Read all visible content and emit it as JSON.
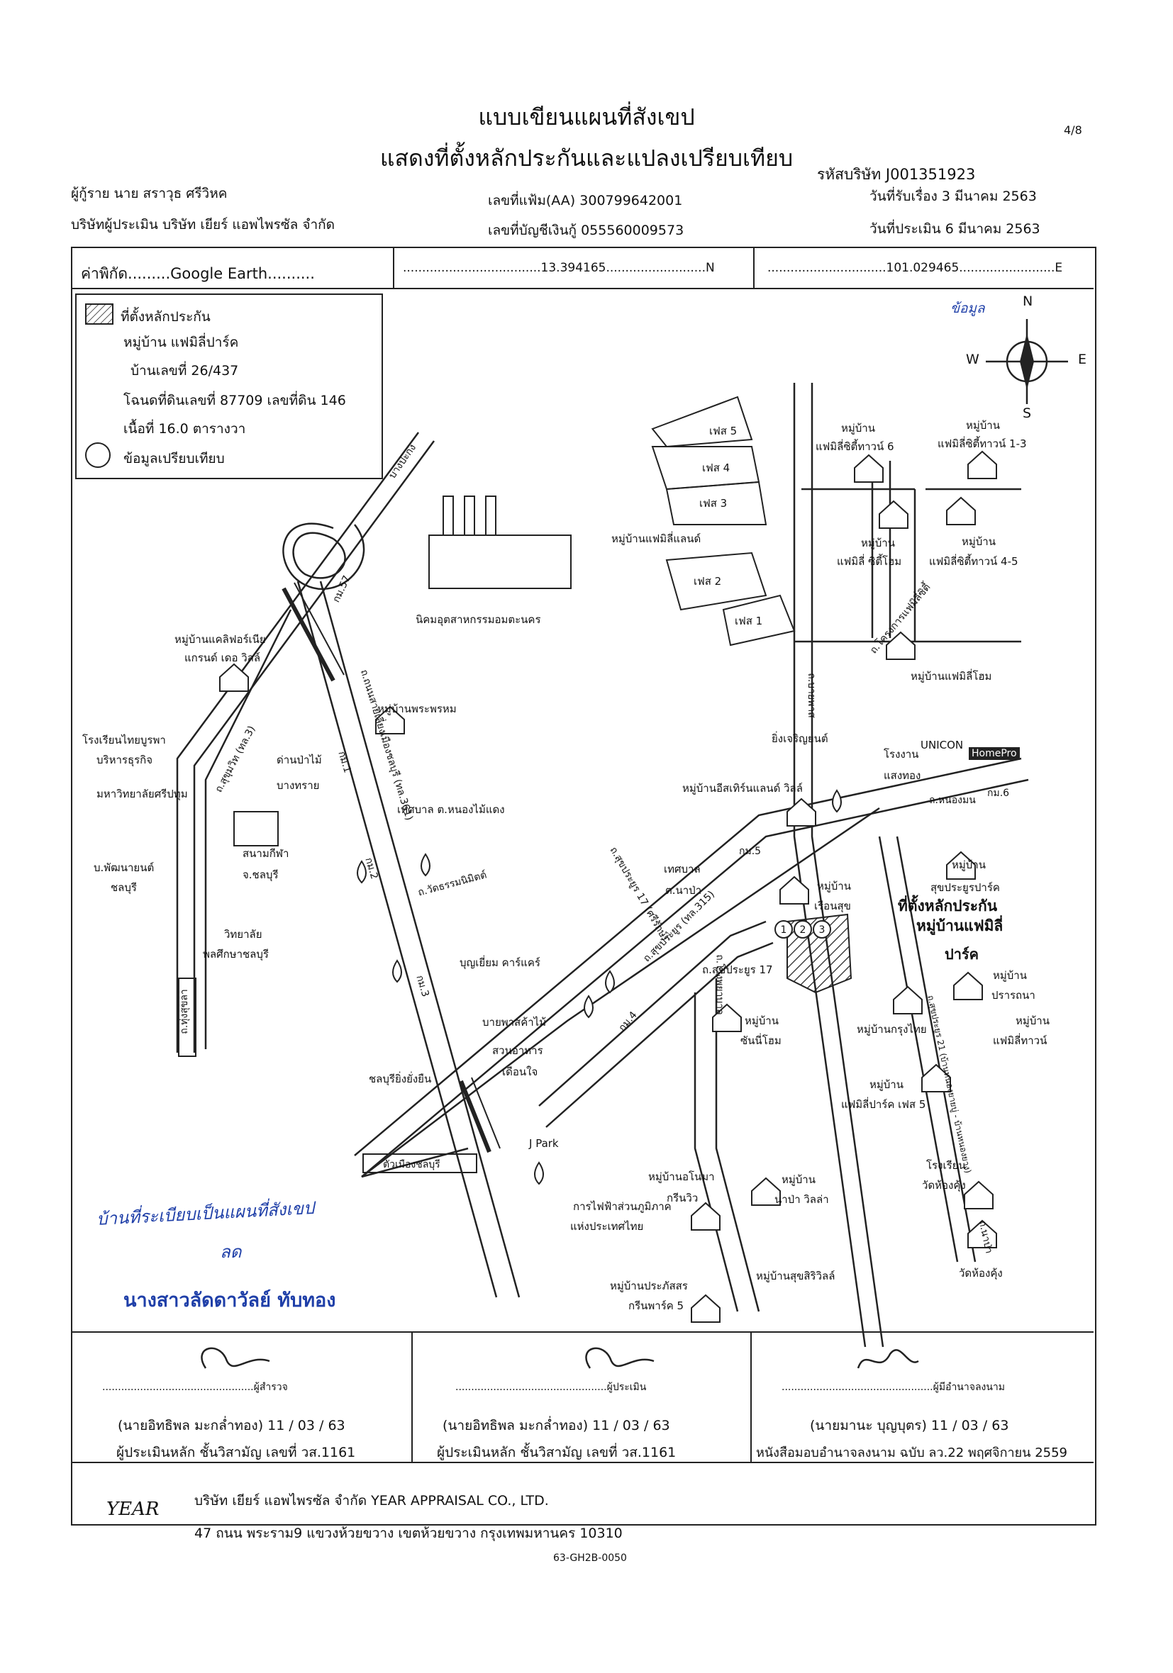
{
  "page_number": "4/8",
  "title": {
    "line1": "แบบเขียนแผนที่สังเขป",
    "line2": "แสดงที่ตั้งหลักประกันและแปลงเปรียบเทียบ"
  },
  "header": {
    "borrower": "ผู้กู้ราย นาย สราวุธ ศรีวิหค",
    "appraiser_company": "บริษัทผู้ประเมิน บริษัท เยียร์ แอพไพรซัล จำกัด",
    "file_no": "เลขที่แฟ้ม(AA) 300799642001",
    "account_no": "เลขที่บัญชีเงินกู้ 055560009573",
    "company_code": "รหัสบริษัท J001351923",
    "received_date": "วันที่รับเรื่อง 3 มีนาคม 2563",
    "appraisal_date": "วันที่ประเมิน 6 มีนาคม 2563"
  },
  "coordinates": {
    "source": "ค่าพิกัด.........Google Earth..........",
    "north": "....................................13.394165..........................N",
    "east": "...............................101.029465.........................E"
  },
  "compass": {
    "annotation": "ข้อมูล",
    "n": "N",
    "s": "S",
    "e": "E",
    "w": "W"
  },
  "legend": {
    "collateral_title": "ที่ตั้งหลักประกัน",
    "village": "หมู่บ้าน แฟมิลี่ปาร์ค",
    "house_no": "บ้านเลขที่ 26/437",
    "deed": "โฉนดที่ดินเลขที่ 87709 เลขที่ดิน 146",
    "area": "เนื้อที่ 16.0 ตารางวา",
    "comparison": "ข้อมูลเปรียบเทียบ"
  },
  "map_labels": {
    "phase5": "เฟส 5",
    "phase4": "เฟส 4",
    "phase3": "เฟส 3",
    "phase2": "เฟส 2",
    "phase1": "เฟส 1",
    "family_land": "หมู่บ้านแฟมิลี่แลนด์",
    "family_city_town6_a": "หมู่บ้าน",
    "family_city_town6_b": "แฟมิลี่ซิตี้ทาวน์ 6",
    "family_city_town13_a": "หมู่บ้าน",
    "family_city_town13_b": "แฟมิลี่ซิตี้ทาวน์ 1-3",
    "family_city_home_a": "หมู่บ้าน",
    "family_city_home_b": "แฟมิลี่ ซิตี้โฮม",
    "family_city_town45_a": "หมู่บ้าน",
    "family_city_town45_b": "แฟมิลี่ซิตี้ทาวน์ 4-5",
    "family_city_road": "ถ.โครงการแฟมิลี่ซิตี้",
    "family_home": "หมู่บ้านแฟมิลี่โฮม",
    "industrial": "นิคมอุตสาหกรรมอมตะนคร",
    "california_a": "หมู่บ้านแคลิฟอร์เนีย",
    "california_b": "แกรนด์ เดอ วิลล์",
    "bangpakong": "บางปะกง",
    "km57": "กม.57",
    "phraphrom": "หมู่บ้านพระพรหม",
    "boonchai": "ยิ่งเจริญยนต์",
    "unicon": "UNICON",
    "unicon_factory_a": "โรงงาน",
    "unicon_factory_b": "แสงทอง",
    "homepro": "HomePro",
    "school_thai_a": "โรงเรียนไทยบูรพา",
    "school_thai_b": "บริหารธุรกิจ",
    "university": "มหาวิทยาลัยศรีปทุม",
    "forest_a": "ด่านป่าไม้",
    "forest_b": "บางทราย",
    "sukhumvit": "ถ.สุขุมวิท (ทล.3)",
    "sailom": "ถ.ถนนสายเลี่ยงเมืองชลบุรี (ทล.361)",
    "municipality_nong": "เทศบาล ต.หนองไม้แดง",
    "eastern_land": "หมู่บ้านอีสเทิร์นแลนด์ วิลล์",
    "km6": "กม.6",
    "nongmon": "ถ.หนองมน",
    "km5": "กม.5",
    "stadium_a": "สนามกีฬา",
    "stadium_b": "จ.ชลบุรี",
    "pattana_a": "บ.พัฒนายนต์",
    "pattana_b": "ชลบุรี",
    "college_a": "วิทยาลัย",
    "college_b": "พลศึกษาชลบุรี",
    "road_sukprayoon17": "ถ.สุขประยูร 17 (ศรีรักษ์)",
    "municipality_napa_a": "เทศบาล",
    "municipality_napa_b": "ต.นาป่า",
    "sukprayoon_road": "ถ.สุขประยูร (ทล.315)",
    "village_ruen_a": "หมู่บ้าน",
    "village_ruen_b": "เรือนสุข",
    "collateral_label_a": "ที่ตั้งหลักประกัน",
    "collateral_label_b": "หมู่บ้านแฟมิลี่",
    "collateral_label_c": "ปาร์ค",
    "sukprayoon17": "ถ.สุขประยูร 17",
    "sukprayoon_park_a": "หมู่บ้าน",
    "sukprayoon_park_b": "สุขประยูรปาร์ค",
    "wat_road": "ถ.วัดธรรมนิมิตต์",
    "boonyeum": "บุญเยี่ยม คาร์แคร์",
    "km4": "กม.4",
    "salakram": "ถ.โรงพยาบาล",
    "shop_plant": "บายพาสค้าไม้",
    "restaurant_a": "สวนอาหาร",
    "restaurant_b": "เดือนใจ",
    "sun_home_a": "หมู่บ้าน",
    "sun_home_b": "ซันนี่โฮม",
    "krungthai": "หมู่บ้านกรุงไทย",
    "prasatna_a": "หมู่บ้าน",
    "prasatna_b": "ปรารถนา",
    "familytown_a": "หมู่บ้าน",
    "familytown_b": "แฟมิลี่ทาวน์",
    "fp5_a": "หมู่บ้าน",
    "fp5_b": "แฟมิลี่ปาร์ค เฟส 5",
    "chonburi_ying": "ชลบุรียิ่งยั่งยืน",
    "jpark": "J Park",
    "to_city": "ตัวเมืองชลบุรี",
    "egat_a": "การไฟฟ้าส่วนภูมิภาค",
    "egat_b": "แห่งประเทศไทย",
    "ornoma_a": "หมู่บ้านอโนมา",
    "ornoma_b": "กรีนวิว",
    "napa_villa_a": "หมู่บ้าน",
    "napa_villa_b": "นาป่า วิลล่า",
    "school_wat_a": "โรงเรียน",
    "school_wat_b": "วัดห้องคุ้ง",
    "wat": "วัดห้องคุ้ง",
    "sukhsiri": "หมู่บ้านสุขสิริวิลล์",
    "prakotsorn_a": "หมู่บ้านประภัสสร",
    "prakotsorn_b": "กรีนพาร์ค 5",
    "road_bangna": "ถ.สุขประยูร 21 (บ้านหนองยายบู่ - บ้านหนองยาง)",
    "road_nongmon2": "ถ.บายพาส",
    "napa_road": "ถ.นาป่า",
    "sukhumvit_bottom": "ถ.ทุ่งสุขลา",
    "km2": "กม.2",
    "km1": "กม.1",
    "km3": "กม.3"
  },
  "handwritten_note": "บ้านที่ระเบียบเป็นแผนที่สังเขป",
  "handwritten_sig": "ลด",
  "witness_name": "นางสาวลัดดาวัลย์ ทับทอง",
  "signatures": [
    {
      "role": "ผู้สำรวจ",
      "name": "(นายอิทธิพล มะกล่ำทอง) 11 / 03 / 63",
      "cert": "ผู้ประเมินหลัก ชั้นวิสามัญ เลขที่ วส.1161"
    },
    {
      "role": "ผู้ประเมิน",
      "name": "(นายอิทธิพล มะกล่ำทอง) 11 / 03 / 63",
      "cert": "ผู้ประเมินหลัก ชั้นวิสามัญ เลขที่ วส.1161"
    },
    {
      "role": "ผู้มีอำนาจลงนาม",
      "name": "(นายมานะ บุญบุตร) 11 / 03 / 63",
      "cert": "หนังสือมอบอำนาจลงนาม ฉบับ ลว.22 พฤศจิกายน 2559"
    }
  ],
  "footer": {
    "logo": "YEAR",
    "company": "บริษัท เยียร์ แอพไพรซัล จำกัด YEAR APPRAISAL CO., LTD.",
    "address": "47 ถนน พระราม9 แขวงห้วยขวาง เขตห้วยขวาง กรุงเทพมหานคร 10310",
    "doc_code": "63-GH2B-0050"
  },
  "colors": {
    "ink": "#111111",
    "pen_blue": "#1f3fa8"
  }
}
